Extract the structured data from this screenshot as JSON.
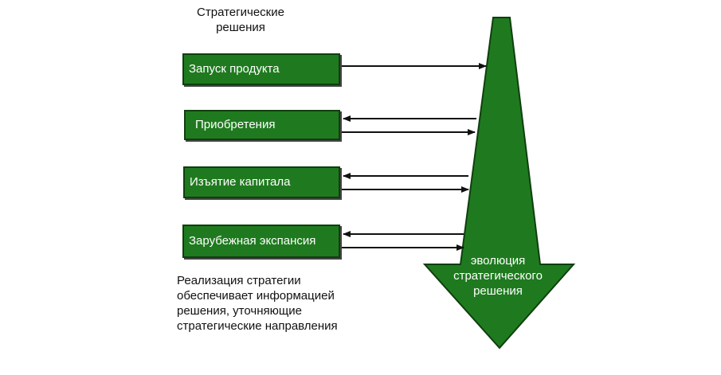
{
  "header": {
    "line1": "Стратегические",
    "line2": "решения"
  },
  "decisions": [
    {
      "label": "Запуск продукта"
    },
    {
      "label": "Приобретения"
    },
    {
      "label": "Изъятие капитала"
    },
    {
      "label": "Зарубежная экспансия"
    }
  ],
  "evolution_arrow": {
    "line1": "эволюция",
    "line2": "стратегического",
    "line3": "решения",
    "fill_color": "#1f7a1f"
  },
  "footer": {
    "line1": "Реализация стратегии",
    "line2": "обеспечивает информацией",
    "line3": "решения, уточняющие",
    "line4": "стратегические направления"
  }
}
